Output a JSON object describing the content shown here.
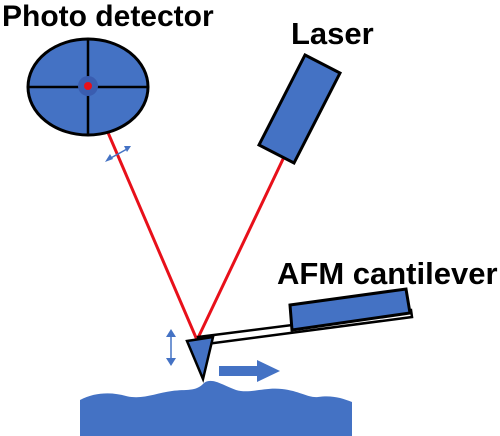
{
  "labels": {
    "photo_detector": "Photo detector",
    "laser": "Laser",
    "afm_cantilever": "AFM cantilever"
  },
  "colors": {
    "component_fill": "#4472c4",
    "outline": "#000000",
    "beam": "#e8101a",
    "arrow": "#4472c4",
    "background": "#ffffff"
  },
  "icons": {
    "detector": "quadrant-photodiode",
    "detector_spot": "laser-spot",
    "motion_arrow": "right-arrow",
    "deflection_indicator": "double-headed-arrow"
  }
}
